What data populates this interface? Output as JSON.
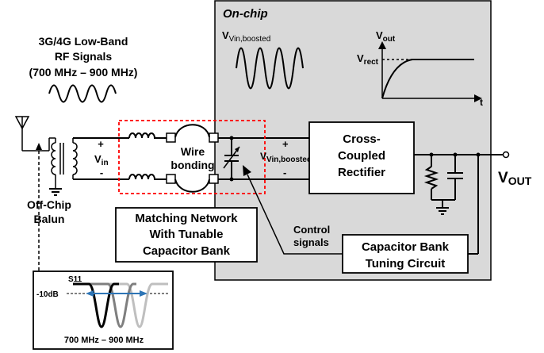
{
  "signal": {
    "title_line1": "3G/4G Low-Band",
    "title_line2": "RF Signals",
    "title_line3": "(700 MHz – 900 MHz)"
  },
  "on_chip": {
    "label": "On-chip",
    "vin_boosted_label": "Vin,boosted",
    "node_vin_boosted_label": "Vin,boosted"
  },
  "output_plot": {
    "y_label": "Vout",
    "level_label": "Vrect",
    "x_label": "t"
  },
  "balun": {
    "label_line1": "Off-Chip",
    "label_line2": "Balun",
    "vin_label": "Vin",
    "plus": "+",
    "minus": "-"
  },
  "wire_bonding": {
    "label_line1": "Wire",
    "label_line2": "bonding"
  },
  "matching_network": {
    "label_line1": "Matching Network",
    "label_line2": "With Tunable",
    "label_line3": "Capacitor Bank"
  },
  "rectifier": {
    "label_line1": "Cross-",
    "label_line2": "Coupled",
    "label_line3": "Rectifier",
    "plus": "+",
    "minus": "-"
  },
  "output": {
    "label": "VOUT"
  },
  "control": {
    "label_line1": "Control",
    "label_line2": "signals"
  },
  "tuning_circuit": {
    "label_line1": "Capacitor Bank",
    "label_line2": "Tuning Circuit"
  },
  "s11_inset": {
    "title": "S11",
    "level": "-10dB",
    "range": "700 MHz – 900 MHz",
    "curve_colors": [
      "#000000",
      "#7f7f7f",
      "#bfbfbf"
    ],
    "arrow_color": "#2e75b6"
  },
  "colors": {
    "chip_background": "#d9d9d9",
    "matching_outline": "#ff0000",
    "ink": "#000000"
  }
}
